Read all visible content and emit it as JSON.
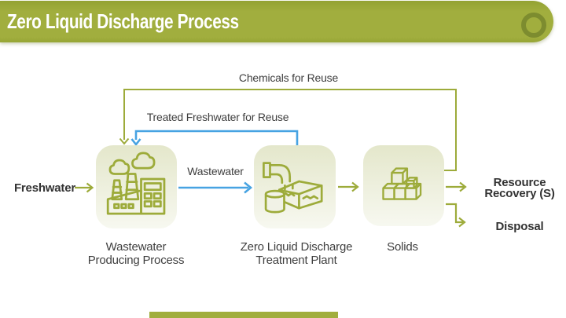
{
  "header": {
    "title": "Zero Liquid Discharge Process"
  },
  "colors": {
    "header_green": "#a1ae3e",
    "line_green": "#9dab3a",
    "arrow_blue": "#47a3e2",
    "ring_green": "#7d8c2f",
    "box_fill_top": "#e4e7cb",
    "box_fill_bottom": "#f7f8f0",
    "label_text": "#3f3f3f",
    "bold_text": "#333333"
  },
  "flow": {
    "chemicals_label": "Chemicals for Reuse",
    "treated_label": "Treated Freshwater for Reuse",
    "wastewater_label": "Wastewater",
    "freshwater_label": "Freshwater",
    "resource_label": "Resource\nRecovery (S)",
    "disposal_label": "Disposal"
  },
  "nodes": [
    {
      "id": "wastewater-producing-process",
      "label": "Wastewater\nProducing Process",
      "icon": "factory-icon"
    },
    {
      "id": "zld-treatment-plant",
      "label": "Zero Liquid Discharge\nTreatment Plant",
      "icon": "treatment-plant-icon"
    },
    {
      "id": "solids",
      "label": "Solids",
      "icon": "solids-cubes-icon"
    }
  ]
}
